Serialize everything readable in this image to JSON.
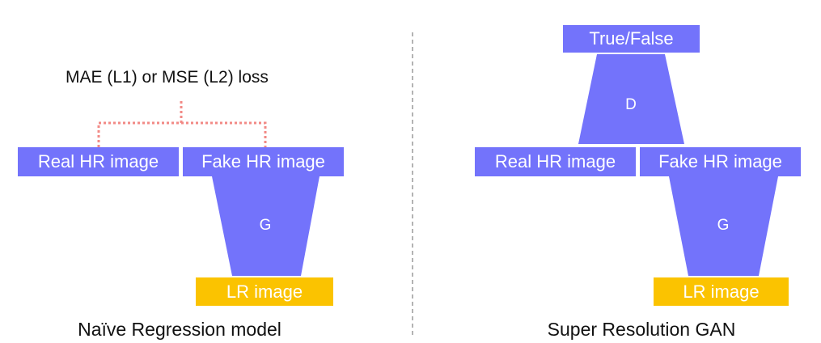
{
  "colors": {
    "box": "#7373fb",
    "lr_box": "#fbc300",
    "loss_line": "#f28a86",
    "divider": "#9a9a9a",
    "text": "#111111",
    "box_text": "#ffffff"
  },
  "left": {
    "loss_label": "MAE (L1) or MSE (L2) loss",
    "real_hr": "Real HR image",
    "fake_hr": "Fake HR image",
    "generator": "G",
    "lr": "LR image",
    "caption": "Naïve Regression model"
  },
  "right": {
    "discriminator_output": "True/False",
    "discriminator": "D",
    "real_hr": "Real HR image",
    "fake_hr": "Fake HR image",
    "generator": "G",
    "lr": "LR image",
    "caption": "Super Resolution GAN"
  }
}
